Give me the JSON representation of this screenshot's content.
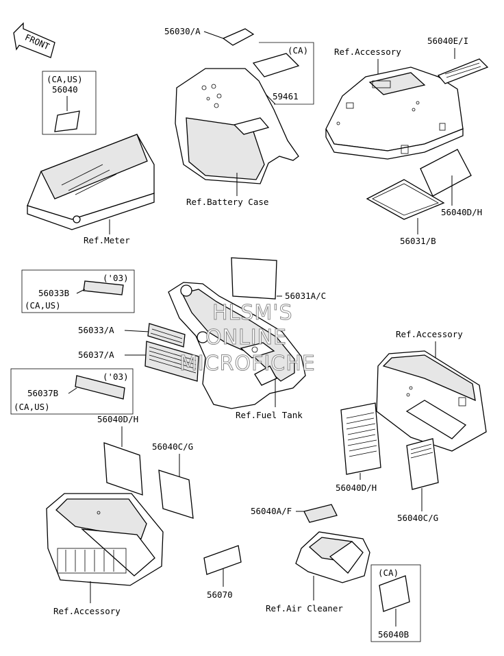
{
  "labels": {
    "front": "FRONT",
    "p56040_note": "(CA,US)",
    "p56040": "56040",
    "ref_meter": "Ref.Meter",
    "p56030a": "56030/A",
    "ca_59461": "(CA)",
    "p59461": "59461",
    "ref_battery_case": "Ref.Battery Case",
    "ref_accessory_top": "Ref.Accessory",
    "p56040ei": "56040E/I",
    "p56040dh_right": "56040D/H",
    "p56031b": "56031/B",
    "p56033b_year": "('03)",
    "p56033b": "56033B",
    "p56033b_note": "(CA,US)",
    "p56031ac": "56031A/C",
    "p56033a": "56033/A",
    "p56037a": "56037/A",
    "p56037b_year": "('03)",
    "p56037b": "56037B",
    "p56037b_note": "(CA,US)",
    "ref_fuel_tank": "Ref.Fuel Tank",
    "ref_accessory_right": "Ref.Accessory",
    "p56040dh_left": "56040D/H",
    "p56040cg_left": "56040C/G",
    "p56040dh_mid": "56040D/H",
    "p56040cg_right": "56040C/G",
    "p56040af": "56040A/F",
    "p56070": "56070",
    "ref_air_cleaner": "Ref.Air Cleaner",
    "ref_accessory_bottom": "Ref.Accessory",
    "ca_56040b": "(CA)",
    "p56040b": "56040B"
  },
  "watermark": {
    "line1": "HLSM'S",
    "line2": "ONLINE",
    "line3": "MICROFICHE"
  }
}
